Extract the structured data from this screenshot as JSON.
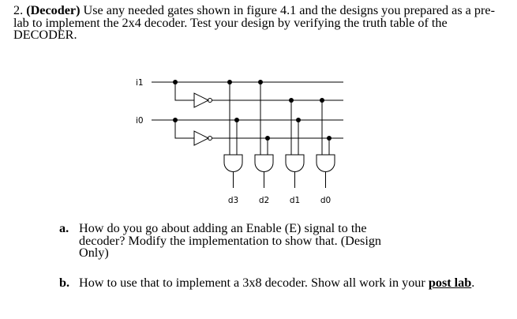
{
  "question": {
    "number": "2.",
    "title": "(Decoder)",
    "text": "Use any needed gates shown in figure 4.1 and the designs you prepared as a pre-lab to implement the 2x4 decoder. Test your design by verifying the truth table of the DECODER."
  },
  "circuit": {
    "input_labels": [
      "i1",
      "i0"
    ],
    "output_labels": [
      "d3",
      "d2",
      "d1",
      "d0"
    ]
  },
  "sub_questions": [
    {
      "letter": "a.",
      "text": "How do you go about adding an Enable (E) signal to the decoder? Modify the implementation to show that. (Design Only)"
    },
    {
      "letter": "b.",
      "text_before": "How to use that to implement a 3x8 decoder. Show all work in your ",
      "emphasis": "post lab",
      "text_after": "."
    }
  ]
}
